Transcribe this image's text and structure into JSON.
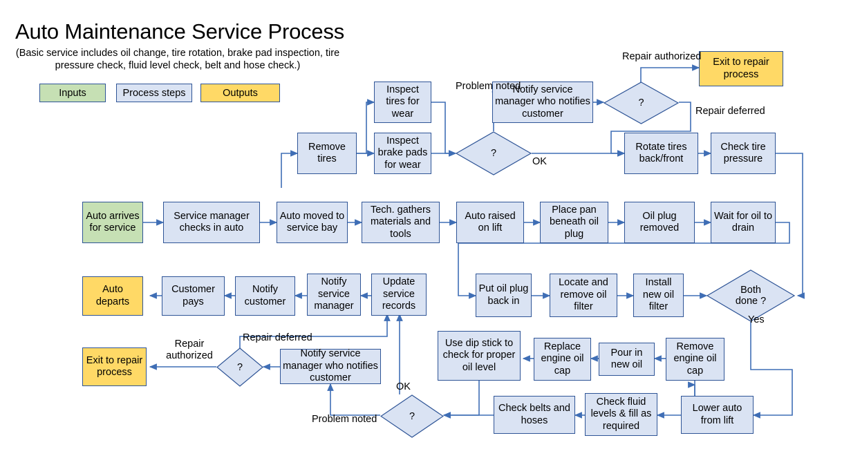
{
  "page": {
    "title": "Auto Maintenance Service Process",
    "subtitle": "(Basic service includes oil change, tire rotation, brake pad inspection, tire pressure check, fluid level check, belt and hose check.)"
  },
  "colors": {
    "input_fill": "#c6e0b4",
    "process_fill": "#dae3f3",
    "output_fill": "#ffd966",
    "border": "#2e5496",
    "connector": "#3f6eb5"
  },
  "legend": [
    {
      "label": "Inputs",
      "kind": "input"
    },
    {
      "label": "Process steps",
      "kind": "process"
    },
    {
      "label": "Outputs",
      "kind": "output"
    }
  ],
  "nodes": {
    "inspect_tires": "Inspect tires for wear",
    "inspect_brakes": "Inspect brake pads for wear",
    "remove_tires": "Remove tires",
    "notify_mgr_top": "Notify service manager who notifies customer",
    "exit_repair_top": "Exit to repair process",
    "rotate_tires": "Rotate tires back/front",
    "check_tire_pressure": "Check tire pressure",
    "auto_arrives": "Auto arrives for service",
    "svc_mgr_checks_in": "Service manager checks in auto",
    "auto_moved": "Auto moved to service bay",
    "tech_gathers": "Tech. gathers materials and tools",
    "auto_raised": "Auto raised on lift",
    "place_pan": "Place pan beneath oil plug",
    "oil_plug_removed": "Oil plug removed",
    "wait_drain": "Wait for oil to drain",
    "auto_departs": "Auto departs",
    "customer_pays": "Customer pays",
    "notify_customer": "Notify customer",
    "notify_service_manager": "Notify service manager",
    "update_records": "Update service records",
    "put_plug_back": "Put oil plug back in",
    "locate_remove_filter": "Locate and remove oil filter",
    "install_filter": "Install new oil filter",
    "exit_repair_bottom": "Exit to repair process",
    "notify_mgr_bottom": "Notify service manager who notifies customer",
    "dip_stick": "Use dip stick to check for proper oil level",
    "replace_cap": "Replace engine oil cap",
    "pour_oil": "Pour in new oil",
    "remove_cap": "Remove engine oil cap",
    "check_belts": "Check belts and hoses",
    "check_fluids": "Check fluid levels & fill as required",
    "lower_auto": "Lower auto from lift"
  },
  "decisions": {
    "tire_check": "?",
    "repair_auth_top": "?",
    "both_done": "Both done ?",
    "repair_auth_bottom": "?",
    "oil_check": "?"
  },
  "edge_labels": {
    "problem_noted_top": "Problem noted",
    "ok_top": "OK",
    "repair_authorized_top": "Repair authorized",
    "repair_deferred_top": "Repair deferred",
    "yes_both_done": "Yes",
    "repair_deferred_bottom": "Repair deferred",
    "repair_authorized_bottom": "Repair authorized",
    "ok_bottom": "OK",
    "problem_noted_bottom": "Problem noted"
  }
}
